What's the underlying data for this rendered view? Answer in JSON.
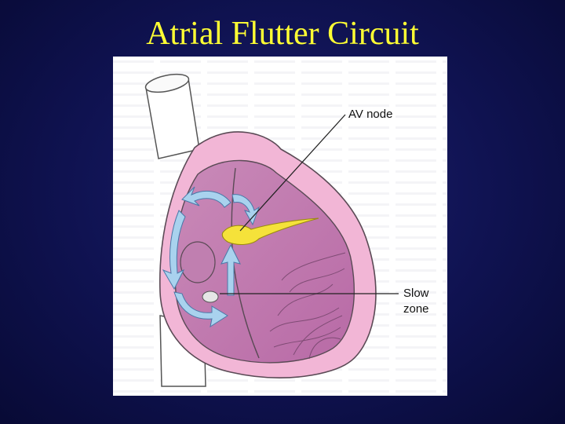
{
  "slide": {
    "title": "Atrial Flutter Circuit"
  },
  "figure": {
    "labels": {
      "av_node": "AV node",
      "slow_zone_line1": "Slow",
      "slow_zone_line2": "zone"
    },
    "colors": {
      "background": "#0f1250",
      "title": "#ffff33",
      "heart_wall": "#f2b6d6",
      "heart_chamber": "#c77bb3",
      "av_node": "#f5e23a",
      "circuit_arrows": "#a9d2ee"
    }
  }
}
